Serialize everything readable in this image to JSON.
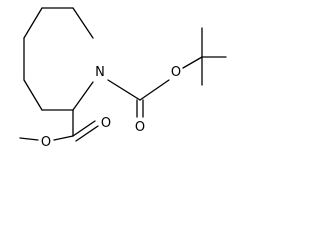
{
  "molecule": {
    "atoms": {
      "ring_nitrogen": "N",
      "boc_carbonyl_oxygen": "O",
      "boc_ether_oxygen": "O",
      "ester_ether_oxygen": "O",
      "ester_carbonyl_oxygen": "O"
    }
  },
  "colors": {
    "bond": "#000000",
    "background": "#ffffff"
  }
}
